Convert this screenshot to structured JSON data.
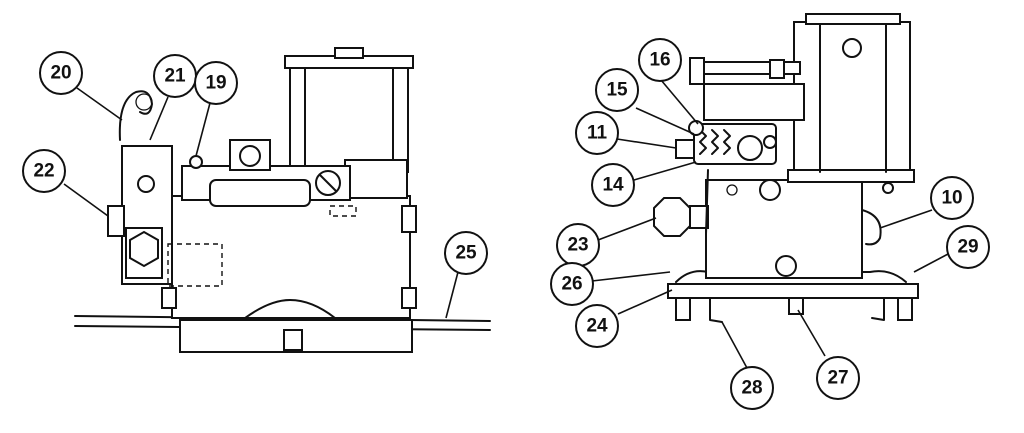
{
  "callouts": [
    {
      "id": "c20",
      "label": "20"
    },
    {
      "id": "c21",
      "label": "21"
    },
    {
      "id": "c19",
      "label": "19"
    },
    {
      "id": "c22",
      "label": "22"
    },
    {
      "id": "c25",
      "label": "25"
    },
    {
      "id": "c16",
      "label": "16"
    },
    {
      "id": "c15",
      "label": "15"
    },
    {
      "id": "c11",
      "label": "11"
    },
    {
      "id": "c14",
      "label": "14"
    },
    {
      "id": "c23",
      "label": "23"
    },
    {
      "id": "c10",
      "label": "10"
    },
    {
      "id": "c26",
      "label": "26"
    },
    {
      "id": "c29",
      "label": "29"
    },
    {
      "id": "c24",
      "label": "24"
    },
    {
      "id": "c27",
      "label": "27"
    },
    {
      "id": "c28",
      "label": "28"
    }
  ],
  "colors": {
    "ink": "#111111",
    "background": "#ffffff"
  }
}
